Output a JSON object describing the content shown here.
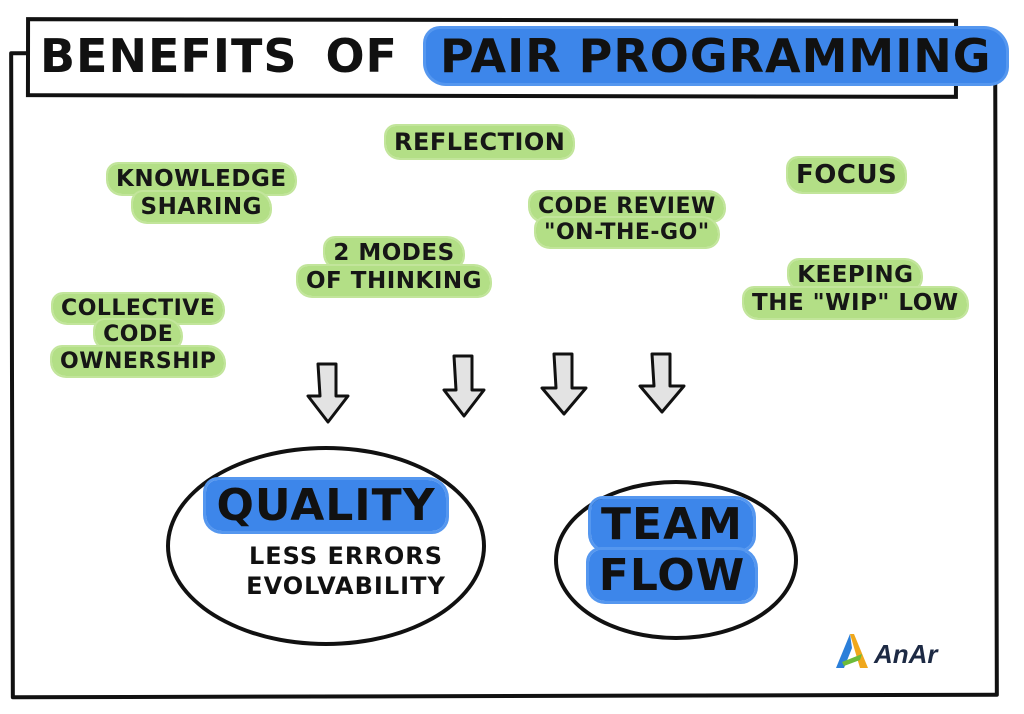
{
  "title": {
    "part1": "Benefits",
    "part2": "of",
    "highlight": "Pair Programming"
  },
  "benefits": {
    "knowledge": [
      "Knowledge",
      "Sharing"
    ],
    "reflection": "Reflection",
    "focus": "Focus",
    "code_review": [
      "Code Review",
      "\"On-the-go\""
    ],
    "modes": [
      "2 Modes",
      "of Thinking"
    ],
    "keeping": [
      "Keeping",
      "the \"WIP\" Low"
    ],
    "collective": [
      "Collective",
      "Code",
      "Ownership"
    ]
  },
  "outcomes": {
    "quality": {
      "title": "Quality",
      "lines": [
        "Less Errors",
        "Evolvability"
      ]
    },
    "team": {
      "lines": [
        "Team",
        "Flow"
      ]
    }
  },
  "logo": {
    "text": "AnAr"
  },
  "colors": {
    "green_highlight": "#b3df86",
    "blue_highlight": "#3d86ea",
    "ink": "#111111",
    "arrow_fill": "#e3e3e3"
  }
}
